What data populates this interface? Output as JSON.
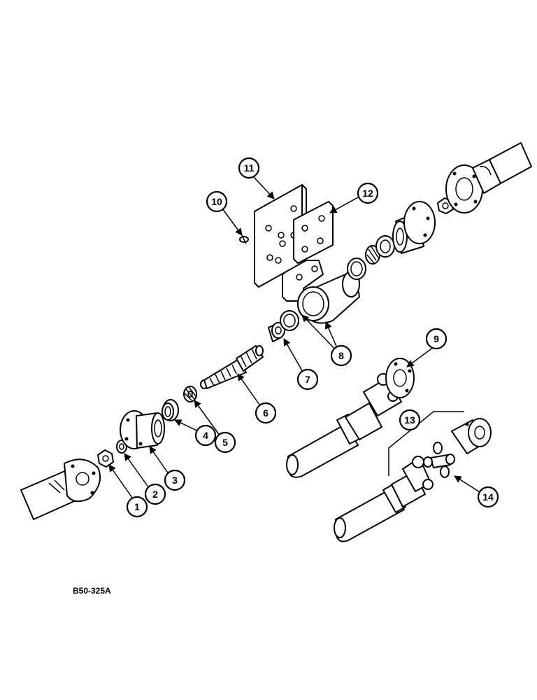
{
  "diagram": {
    "code": "B50-325A",
    "callouts": [
      "1",
      "2",
      "3",
      "4",
      "5",
      "6",
      "7",
      "8",
      "9",
      "10",
      "11",
      "12",
      "13",
      "14"
    ]
  }
}
